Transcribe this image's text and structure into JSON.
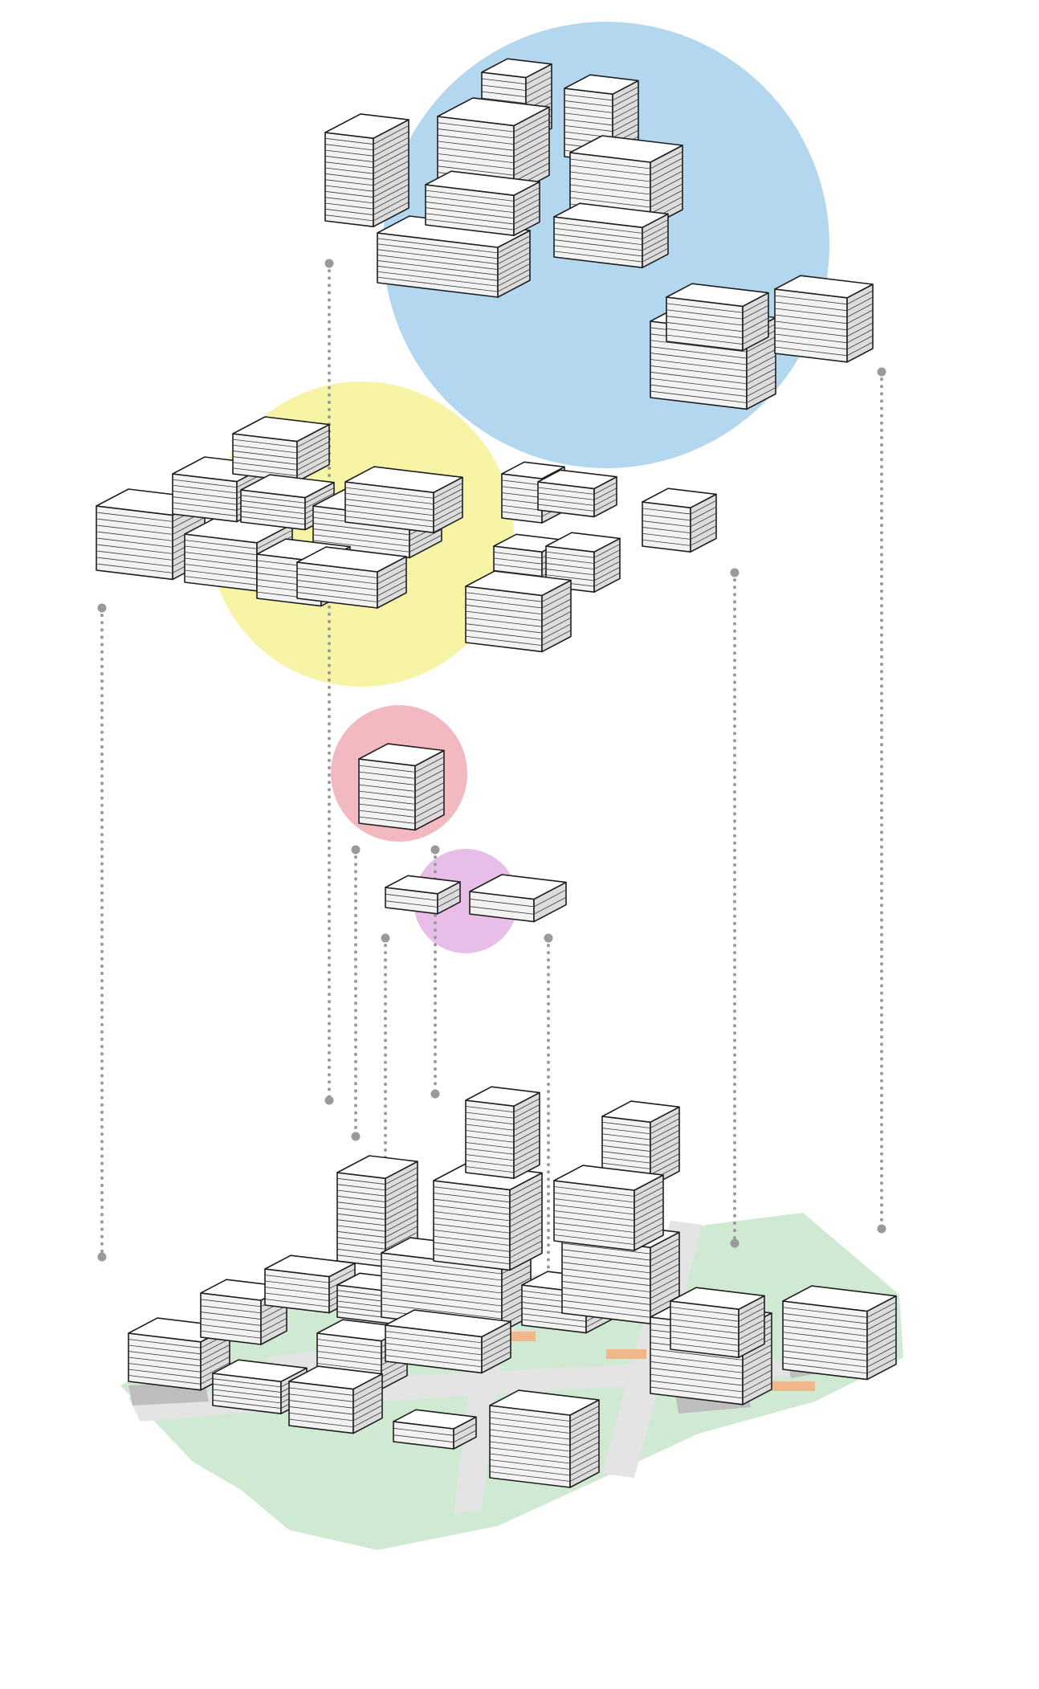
{
  "diagram": {
    "type": "exploded-axonometric-massing",
    "groups": [
      {
        "name": "high-rise-cluster",
        "color": "#b3d7ef"
      },
      {
        "name": "courtyard-blocks",
        "color": "#f7f4a6"
      },
      {
        "name": "single-tower",
        "color": "#f3b9c0"
      },
      {
        "name": "low-podium-pieces",
        "color": "#e8bde8"
      }
    ],
    "base": {
      "green_space_color": "#cfe9d2",
      "road_color": "#e4e4e4",
      "shadow_color": "#bdbdbd",
      "crossing_color": "#f0b78d"
    },
    "leader_color": "#9a9a9a",
    "building_colors": {
      "top": "#ffffff",
      "left": "#f2f2f2",
      "right": "#dcdcdc",
      "outline": "#1e1e1e"
    }
  }
}
